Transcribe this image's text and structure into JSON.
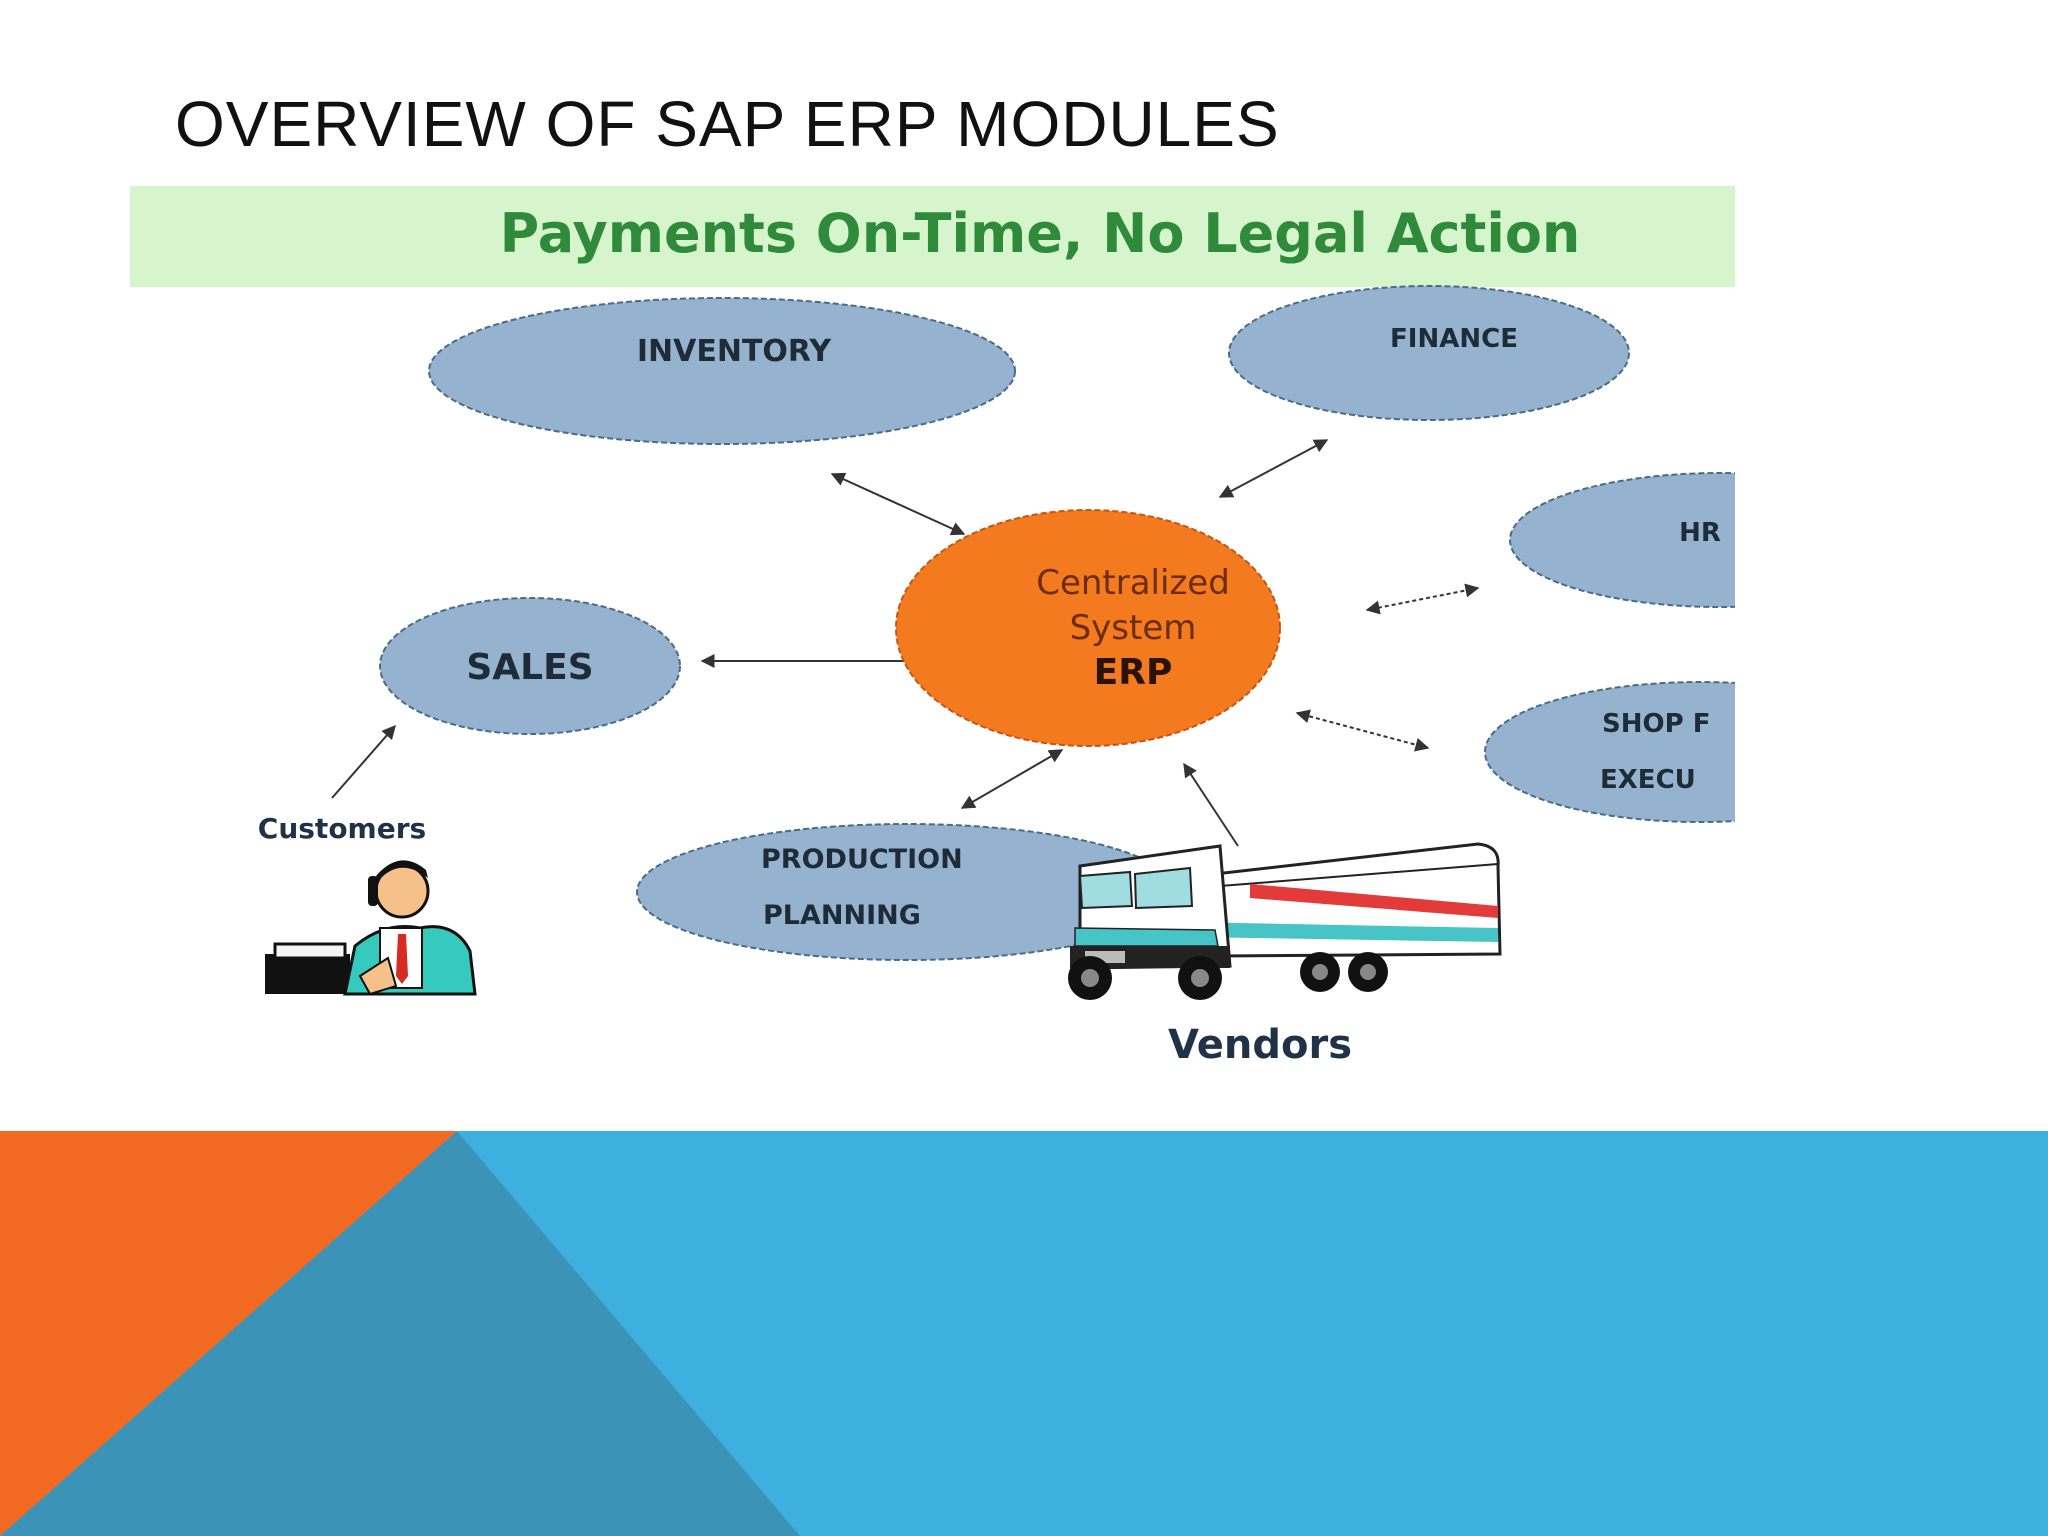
{
  "slide": {
    "title": "OVERVIEW OF SAP ERP MODULES"
  },
  "diagram": {
    "banner": "Payments On-Time, No Legal Action",
    "center": {
      "line1": "Centralized",
      "line2": "System",
      "line3": "ERP"
    },
    "modules": {
      "inventory": "INVENTORY",
      "finance": "FINANCE",
      "hr": "HR",
      "sales": "SALES",
      "shop_floor_line1": "SHOP F",
      "shop_floor_line2": "EXECU",
      "production_line1": "PRODUCTION",
      "production_line2": "PLANNING"
    },
    "actors": {
      "customers": "Customers",
      "vendors": "Vendors"
    }
  },
  "colors": {
    "banner_bg": "#d6f5cc",
    "banner_text": "#2f8a3a",
    "module_fill": "#95b3cf",
    "center_fill": "#f47a20",
    "footer_orange": "#f26a21",
    "footer_blue": "#3db0df",
    "footer_dark_blue": "#3b93b8"
  }
}
